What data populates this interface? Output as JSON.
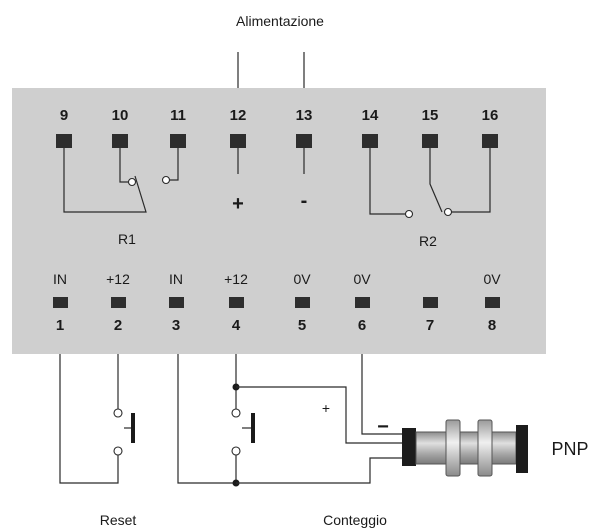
{
  "title": "Alimentazione",
  "top_terminals": [
    "9",
    "10",
    "11",
    "12",
    "13",
    "14",
    "15",
    "16"
  ],
  "relay_labels": [
    "R1",
    "R2"
  ],
  "supply_signs": {
    "plus": "+",
    "minus": "-"
  },
  "bottom_terminals": [
    {
      "label": "IN",
      "number": "1"
    },
    {
      "label": "+12",
      "number": "2"
    },
    {
      "label": "IN",
      "number": "3"
    },
    {
      "label": "+12",
      "number": "4"
    },
    {
      "label": "0V",
      "number": "5"
    },
    {
      "label": "0V",
      "number": "6"
    },
    {
      "label": "",
      "number": "7"
    },
    {
      "label": "0V",
      "number": "8"
    }
  ],
  "sensor": {
    "label": "PNP",
    "plus": "+",
    "minus": "−"
  },
  "captions": {
    "reset": "Reset",
    "count": "Conteggio"
  },
  "colors": {
    "panel": "#cfcfcf",
    "pin": "#2e2e2e",
    "sensor_body": "#a8a8a8",
    "sensor_cap": "#1c1c1c"
  }
}
